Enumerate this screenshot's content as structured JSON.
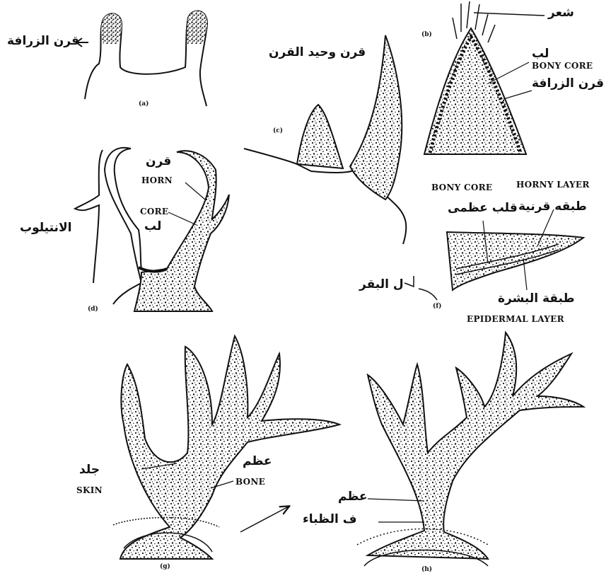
{
  "panels": {
    "a": {
      "caption": "(a)",
      "label_ar": "قرن الزرافة"
    },
    "b": {
      "caption": "(b)",
      "hair_ar": "شعر",
      "core_ar": "لب",
      "core_en": "BONY CORE",
      "label_ar": "قرن الزرافة"
    },
    "c": {
      "caption": "(c)",
      "label_ar": "قرن وحيد القرن"
    },
    "d": {
      "caption": "(d)",
      "horn_ar": "قرن",
      "horn_en": "HORN",
      "core_en": "CORE",
      "core_ar": "لب",
      "label_ar": "الانتيلوب"
    },
    "e": {
      "caption": "(f)",
      "bony_core_en": "BONY CORE",
      "horny_layer_en": "HORNY LAYER",
      "horny_layer_ar": "طبقه قرنية",
      "bony_core_ar": "قلب عظمى",
      "epidermal_ar": "طبقة البشرة",
      "epidermal_en": "EPIDERMAL LAYER",
      "label_ar": "ل البقر"
    },
    "g": {
      "caption": "(g)",
      "skin_ar": "جلد",
      "skin_en": "SKIN",
      "bone_ar": "عظم",
      "bone_en": "BONE"
    },
    "h": {
      "caption": "(h)",
      "bone_ar": "عظم",
      "label_ar": "ف الظباء"
    }
  }
}
